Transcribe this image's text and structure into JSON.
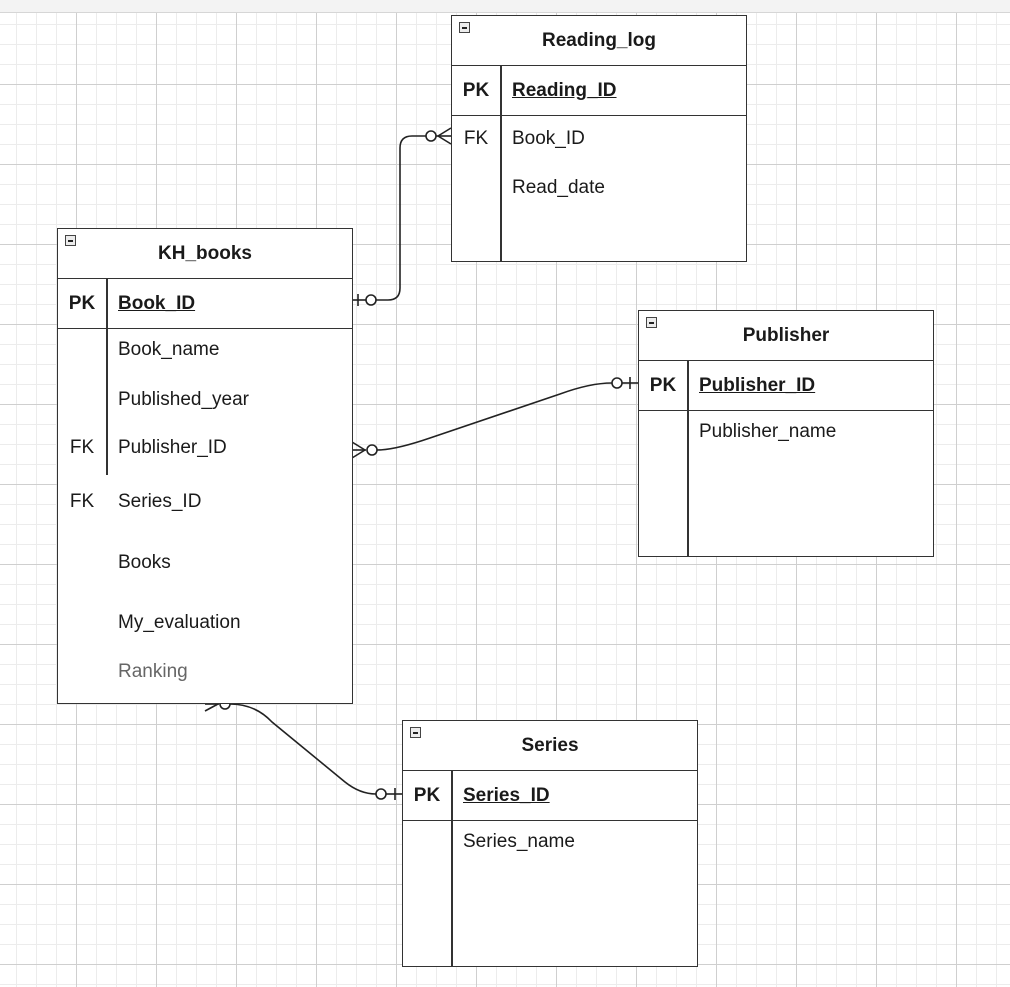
{
  "diagram": {
    "entities": {
      "reading_log": {
        "title": "Reading_log",
        "pk": {
          "key": "PK",
          "name": "Reading_ID"
        },
        "attributes": [
          {
            "key": "FK",
            "name": "Book_ID"
          },
          {
            "key": "",
            "name": "Read_date"
          }
        ]
      },
      "kh_books": {
        "title": "KH_books",
        "pk": {
          "key": "PK",
          "name": "Book_ID"
        },
        "attributes": [
          {
            "key": "",
            "name": "Book_name"
          },
          {
            "key": "",
            "name": "Published_year"
          },
          {
            "key": "FK",
            "name": "Publisher_ID"
          },
          {
            "key": "FK",
            "name": "Series_ID"
          },
          {
            "key": "",
            "name": "Books"
          },
          {
            "key": "",
            "name": "My_evaluation"
          },
          {
            "key": "",
            "name": "Ranking"
          }
        ]
      },
      "publisher": {
        "title": "Publisher",
        "pk": {
          "key": "PK",
          "name": "Publisher_ID"
        },
        "attributes": [
          {
            "key": "",
            "name": "Publisher_name"
          }
        ]
      },
      "series": {
        "title": "Series",
        "pk": {
          "key": "PK",
          "name": "Series_ID"
        },
        "attributes": [
          {
            "key": "",
            "name": "Series_name"
          }
        ]
      }
    },
    "relationships": [
      {
        "from": "KH_books.Book_ID",
        "from_cardinality": "one (zero or one)",
        "to": "Reading_log.Book_ID",
        "to_cardinality": "zero or many"
      },
      {
        "from": "KH_books.Publisher_ID",
        "from_cardinality": "zero or many",
        "to": "Publisher.Publisher_ID",
        "to_cardinality": "zero or one"
      },
      {
        "from": "KH_books",
        "from_cardinality": "zero or many",
        "to": "Series.Series_ID",
        "to_cardinality": "zero or one"
      }
    ]
  }
}
